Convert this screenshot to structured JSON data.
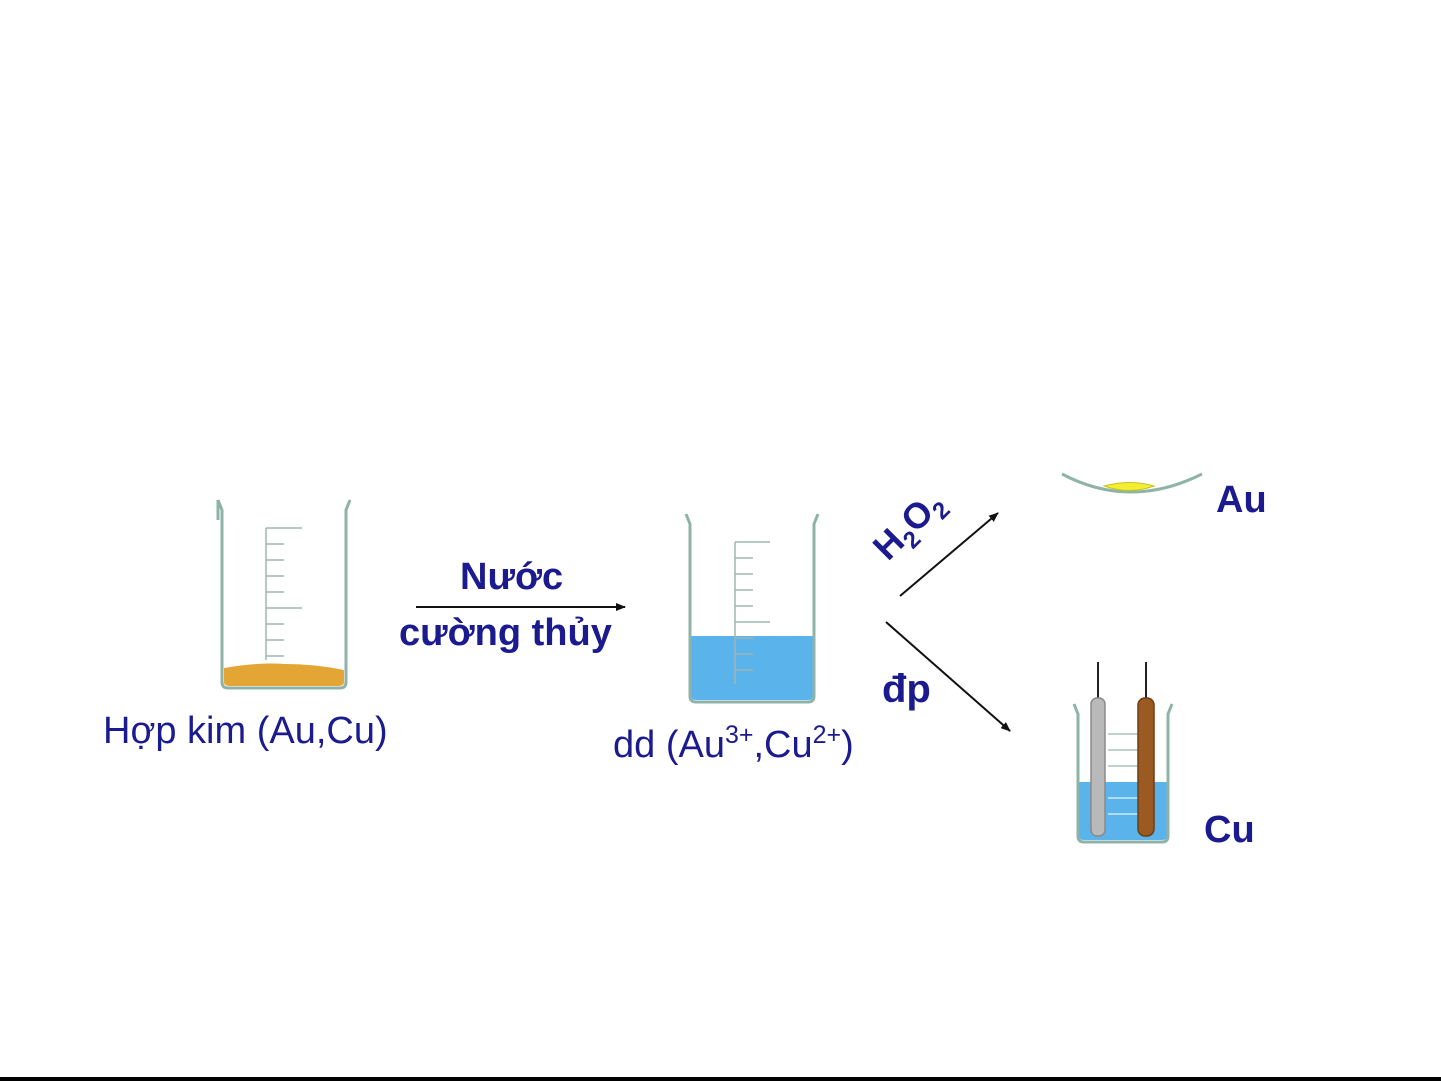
{
  "labels": {
    "alloy": "Hợp kim (Au,Cu)",
    "reagent_line1": "Nước",
    "reagent_line2": "cường thủy",
    "solution_prefix": "dd (Au",
    "solution_au_charge": "3+",
    "solution_mid": ",Cu",
    "solution_cu_charge": "2+",
    "solution_suffix": ")",
    "h2o2_h": "H",
    "h2o2_sub1": "2",
    "h2o2_o": "O",
    "h2o2_sub2": "2",
    "electrolysis": "đp",
    "product_gold": "Au",
    "product_copper": "Cu"
  },
  "colors": {
    "text": "#1b1b8f",
    "beaker_wall": "#8fb3a8",
    "alloy_powder": "#e3a534",
    "solution": "#5bb3ec",
    "gold_deposit": "#f2ee33",
    "arrow": "#111111",
    "copper_electrode": "#9a5a22",
    "inert_electrode": "#b9b9b9"
  },
  "icons": {
    "alloy_beaker": "beaker-with-powder-icon",
    "solution_beaker": "beaker-with-solution-icon",
    "gold_dish": "evaporating-dish-icon",
    "electrolysis_cell": "electrolysis-cell-icon"
  }
}
